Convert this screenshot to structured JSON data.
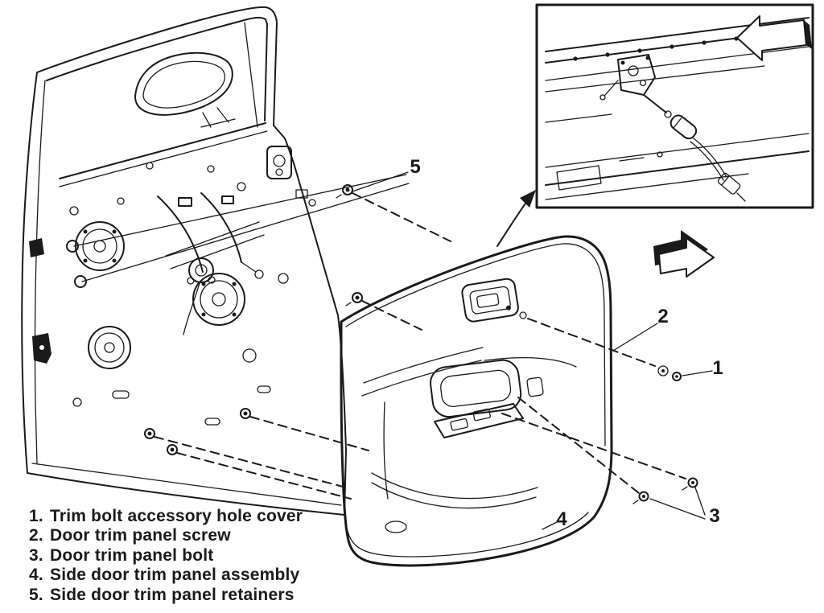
{
  "diagram": {
    "callouts": {
      "c1": "1",
      "c2": "2",
      "c3": "3",
      "c4": "4",
      "c5": "5"
    }
  },
  "legend": {
    "items": [
      {
        "num": "1.",
        "label": "Trim bolt accessory hole cover"
      },
      {
        "num": "2.",
        "label": "Door trim panel screw"
      },
      {
        "num": "3.",
        "label": "Door trim panel bolt"
      },
      {
        "num": "4.",
        "label": "Side door trim panel assembly"
      },
      {
        "num": "5.",
        "label": "Side door trim panel retainers"
      }
    ]
  },
  "colors": {
    "line": "#1a1a1a",
    "background": "#ffffff"
  }
}
